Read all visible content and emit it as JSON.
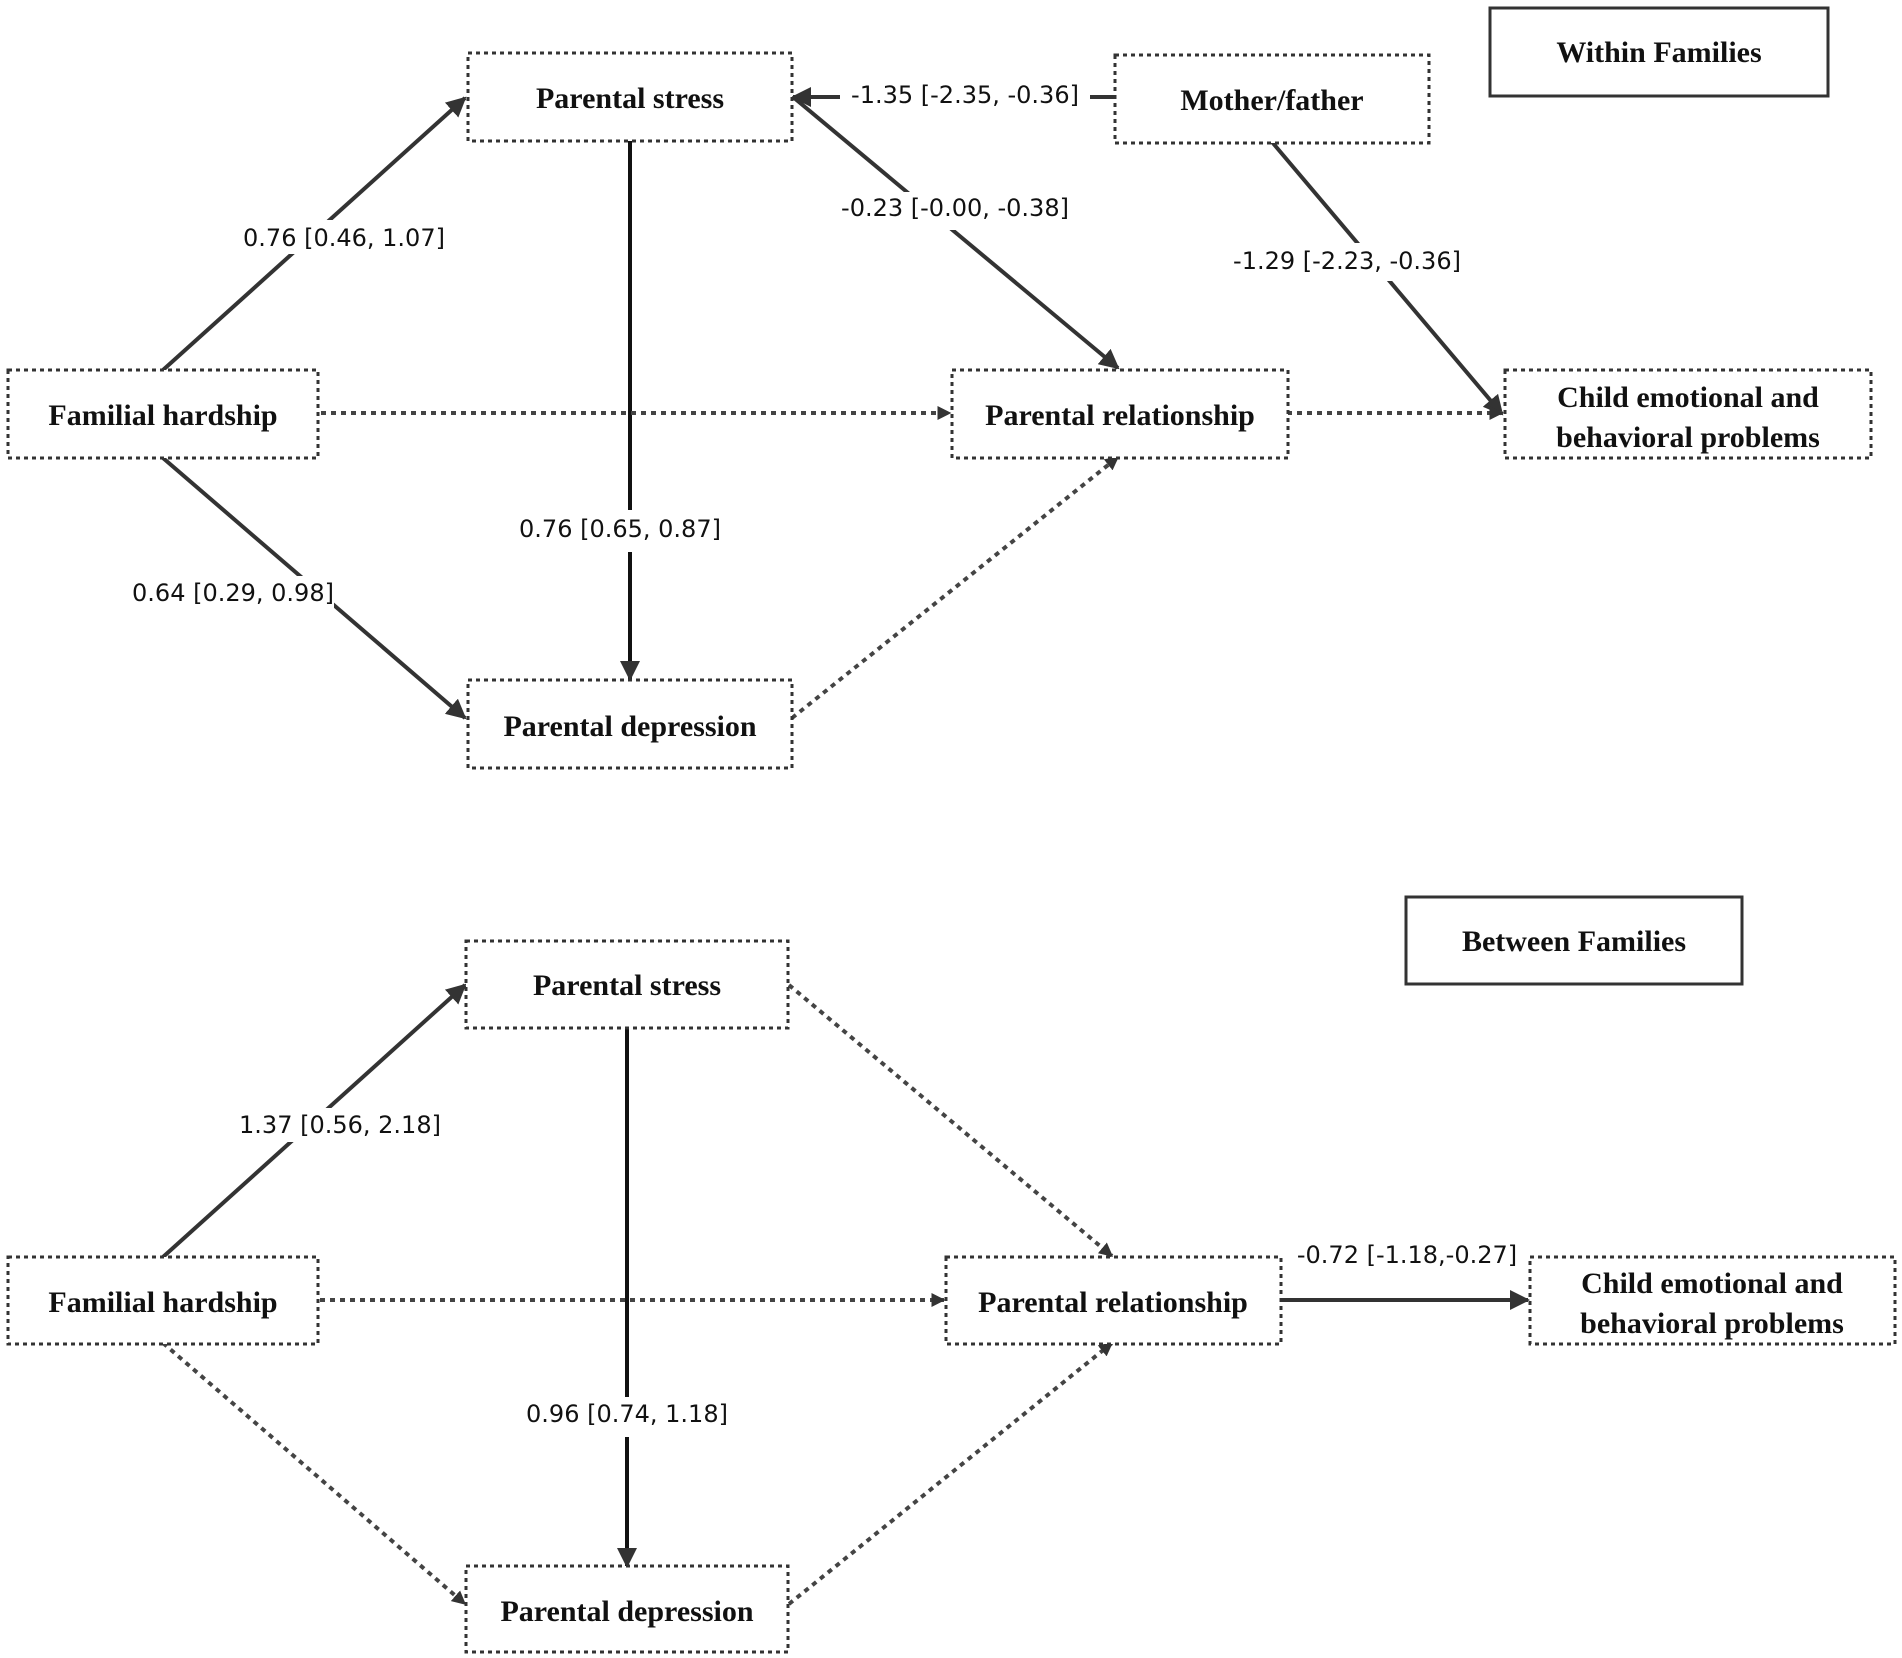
{
  "within": {
    "title": "Within Families",
    "nodes": {
      "familial_hardship": "Familial hardship",
      "parental_stress": "Parental stress",
      "parental_depression": "Parental depression",
      "parental_relationship": "Parental relationship",
      "mother_father": "Mother/father",
      "child_line1": "Child emotional and",
      "child_line2": "behavioral problems"
    },
    "edges": {
      "hardship_to_stress": "0.76 [0.46, 1.07]",
      "hardship_to_depression": "0.64 [0.29, 0.98]",
      "stress_to_depression": "0.76 [0.65, 0.87]",
      "mother_to_stress": "-1.35 [-2.35, -0.36]",
      "stress_to_relationship": "-0.23 [-0.00, -0.38]",
      "mother_to_child": "-1.29 [-2.23, -0.36]"
    }
  },
  "between": {
    "title": "Between Families",
    "nodes": {
      "familial_hardship": "Familial hardship",
      "parental_stress": "Parental stress",
      "parental_depression": "Parental depression",
      "parental_relationship": "Parental relationship",
      "child_line1": "Child emotional and",
      "child_line2": "behavioral problems"
    },
    "edges": {
      "hardship_to_stress": "1.37 [0.56, 2.18]",
      "stress_to_depression": "0.96 [0.74, 1.18]",
      "relationship_to_child": "-0.72 [-1.18,-0.27]"
    }
  }
}
